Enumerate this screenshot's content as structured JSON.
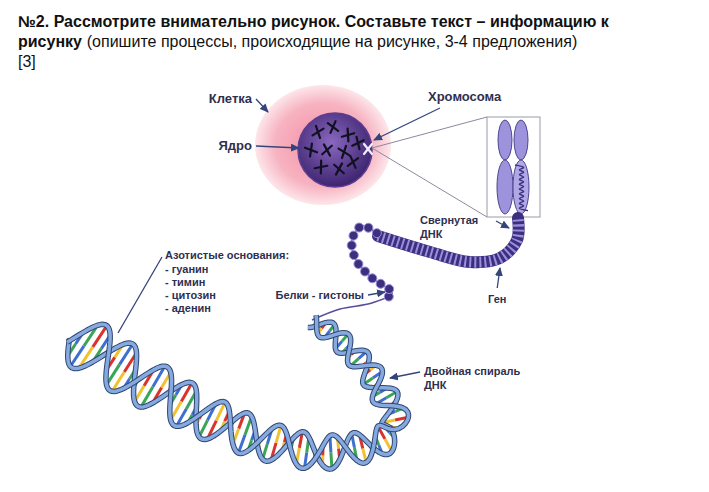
{
  "diagram": {
    "title": "№2. Рассмотрите внимательно рисунок. Составьте текст – информацию к рисунку",
    "labels": [
      "(опишите процессы, происходящие на рисунке, 3-4 предложения)",
      "[3]",
      "Клетка",
      "Ядро",
      "Хромосома",
      "Свернутая ДНК",
      "Белки - гистоны",
      "Ген",
      "Двойная спираль ДНК",
      "Азотистые основания:",
      "- гуанин",
      "- тимин",
      "- цитозин",
      "- аденин"
    ]
  }
}
